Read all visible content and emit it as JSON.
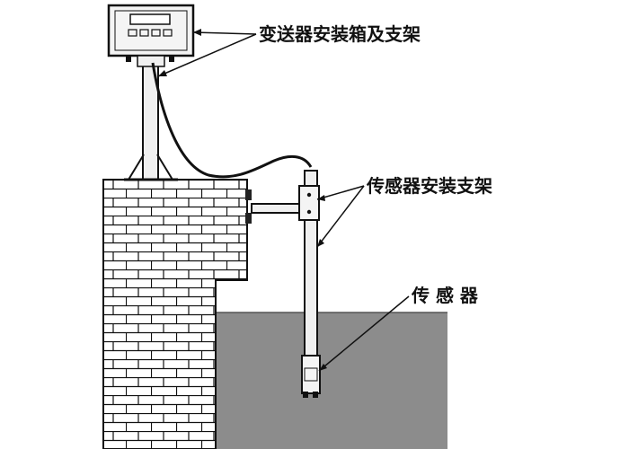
{
  "labels": {
    "transmitter": "变送器安装箱及支架",
    "sensor_bracket": "传感器安装支架",
    "sensor": "传 感 器"
  },
  "colors": {
    "ink": "#111111",
    "water": "#8c8c8c",
    "brick_fill": "#ffffff",
    "metal": "#f0f0f0"
  }
}
